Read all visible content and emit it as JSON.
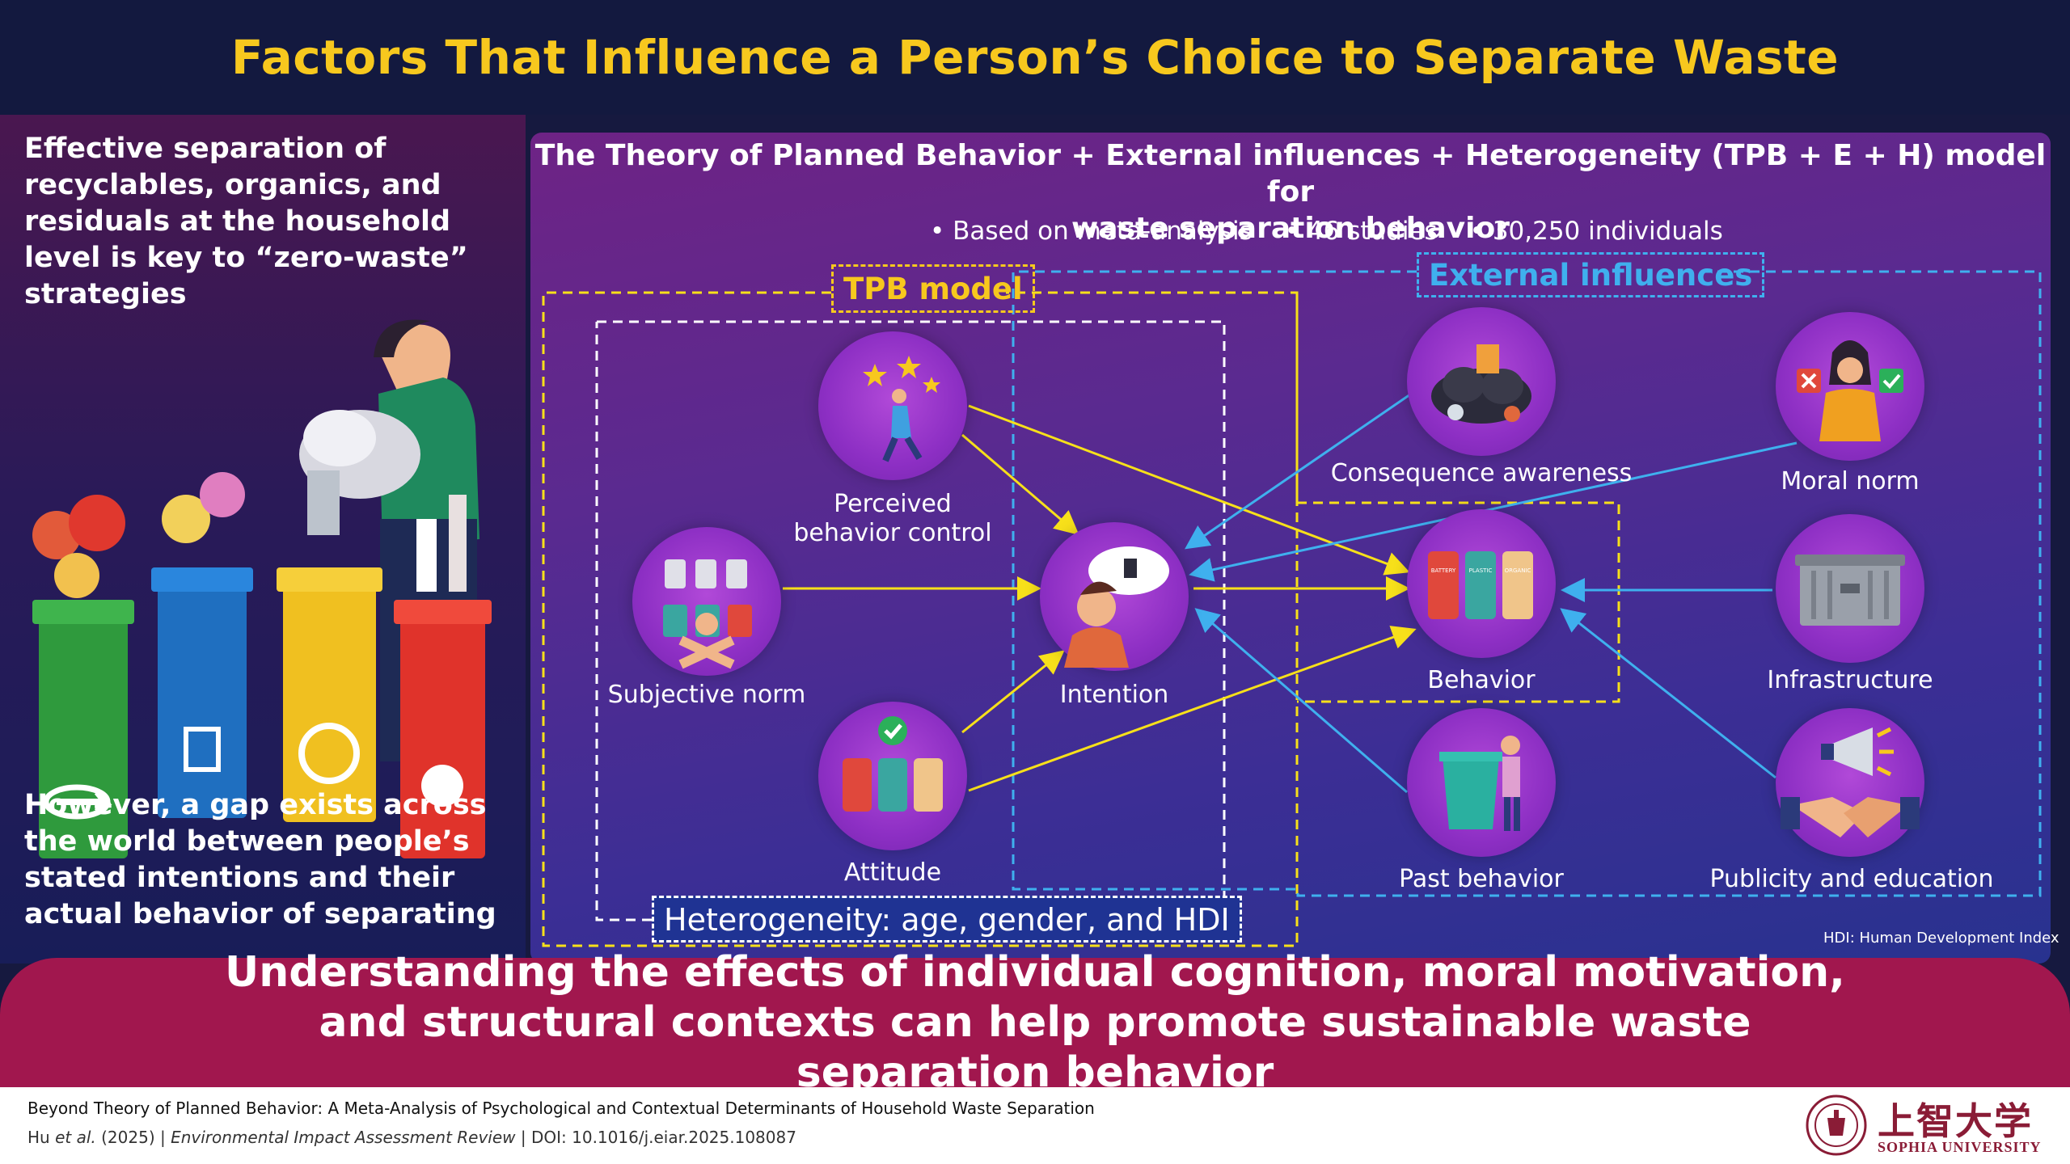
{
  "title": "Factors That Influence a Person’s Choice to Separate Waste",
  "left_top_text": "Effective separation of recyclables, organics, and residuals at the household level is key to “zero-waste” strategies",
  "left_bottom_text": "However, a gap exists across the world between people’s stated intentions and their actual behavior of separating",
  "diagram": {
    "title_line1": "The Theory of Planned Behavior + External influences + Heterogeneity (TPB + E + H) model for",
    "title_line2": "waste separation behavior",
    "bullets": [
      "Based on meta-analysis",
      "46 studies",
      "30,250 individuals"
    ],
    "tpb_label": "TPB model",
    "external_label": "External influences",
    "heterogeneity_label": "Heterogeneity: age, gender, and HDI",
    "hdi_note": "HDI: Human Development Index",
    "nodes": {
      "perceived_behavior_control": "Perceived\nbehavior control",
      "subjective_norm": "Subjective norm",
      "attitude": "Attitude",
      "intention": "Intention",
      "behavior": "Behavior",
      "consequence_awareness": "Consequence awareness",
      "past_behavior": "Past behavior",
      "moral_norm": "Moral norm",
      "infrastructure": "Infrastructure",
      "publicity_education": "Publicity and education"
    },
    "bin_labels": [
      "BATTERY",
      "PLASTIC",
      "ORGANIC"
    ],
    "colors": {
      "tpb_arrow": "#f7e01a",
      "external_arrow": "#3fb0ee"
    }
  },
  "conclusion": "Understanding the effects of individual cognition, moral motivation, and structural contexts can help promote sustainable waste separation behavior",
  "footer": {
    "paper_title": "Beyond Theory of Planned Behavior: A Meta-Analysis of Psychological and Contextual Determinants of Household Waste Separation",
    "authors": "Hu",
    "et_al": "et al.",
    "year": "(2025) |",
    "journal": "Environmental Impact Assessment Review",
    "doi": "| DOI: 10.1016/j.eiar.2025.108087",
    "university_jp": "上智大学",
    "university_en": "SOPHIA UNIVERSITY"
  }
}
